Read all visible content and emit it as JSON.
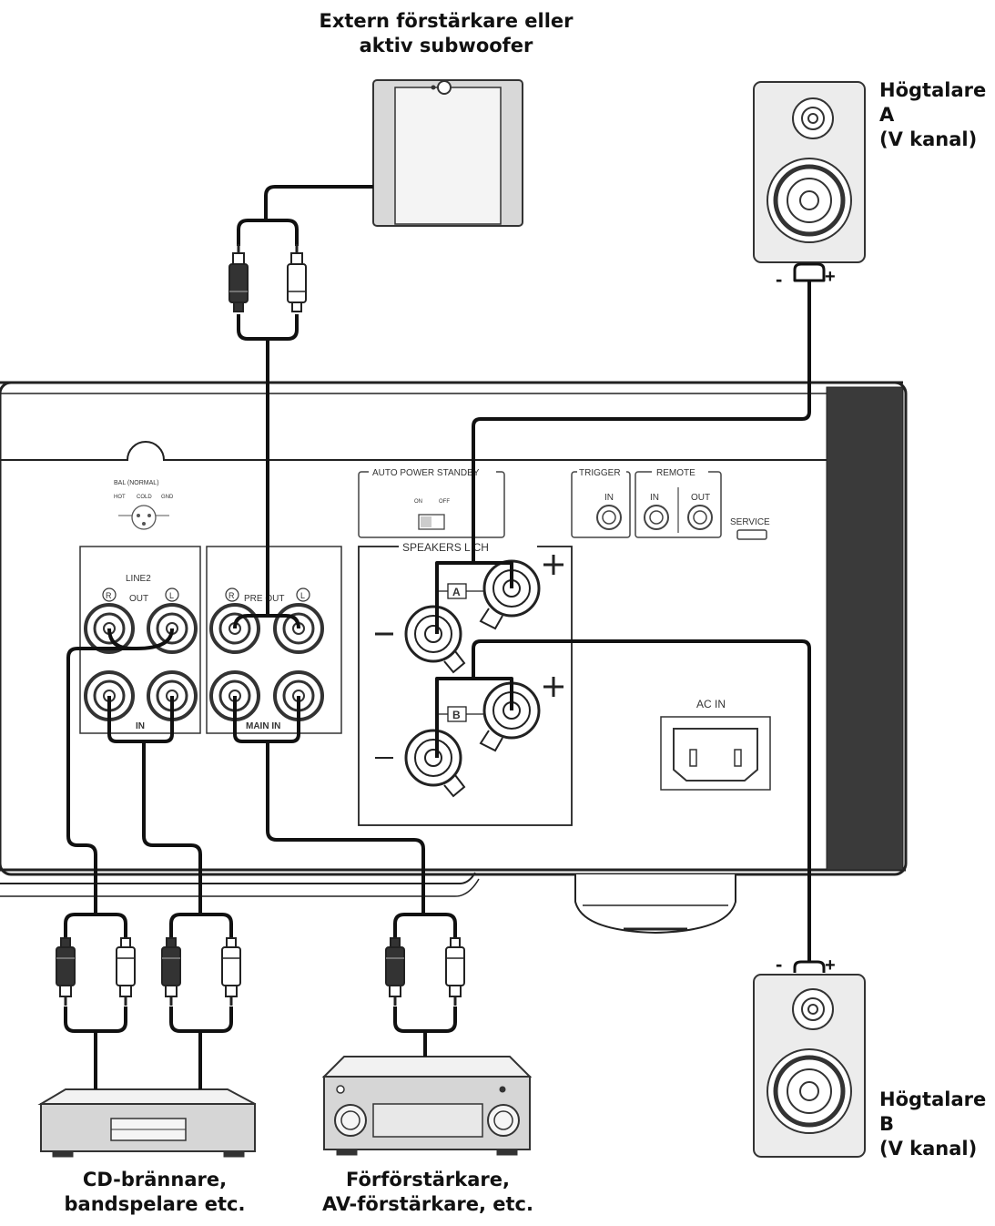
{
  "captions": {
    "subwoofer": [
      "Extern förstärkare eller",
      "aktiv subwoofer"
    ],
    "speaker_a": [
      "Högtalare A",
      "(V kanal)"
    ],
    "speaker_b": [
      "Högtalare B",
      "(V kanal)"
    ],
    "cd": [
      "CD-brännare,",
      "bandspelare etc."
    ],
    "preamp": [
      "Förförstärkare,",
      "AV-förstärkare, etc."
    ]
  },
  "panel": {
    "bal": "BAL (NORMAL)",
    "bal_pins": [
      "HOT",
      "COLD",
      "GND"
    ],
    "auto_power_standby": "AUTO POWER STANDBY",
    "on_off": [
      "ON",
      "OFF"
    ],
    "trigger": "TRIGGER",
    "remote": "REMOTE",
    "trigger_in": "IN",
    "remote_in": "IN",
    "remote_out": "OUT",
    "service": "SERVICE",
    "speakers": "SPEAKERS L CH",
    "term_a": "A",
    "term_b": "B",
    "line2": "LINE2",
    "line2_out": "OUT",
    "line2_in": "IN",
    "pre_out": "PRE OUT",
    "main_in": "MAIN IN",
    "ch_r": "R",
    "ch_l": "L",
    "ac_in": "AC IN"
  },
  "polarity": {
    "minus": "-",
    "plus": "+"
  }
}
